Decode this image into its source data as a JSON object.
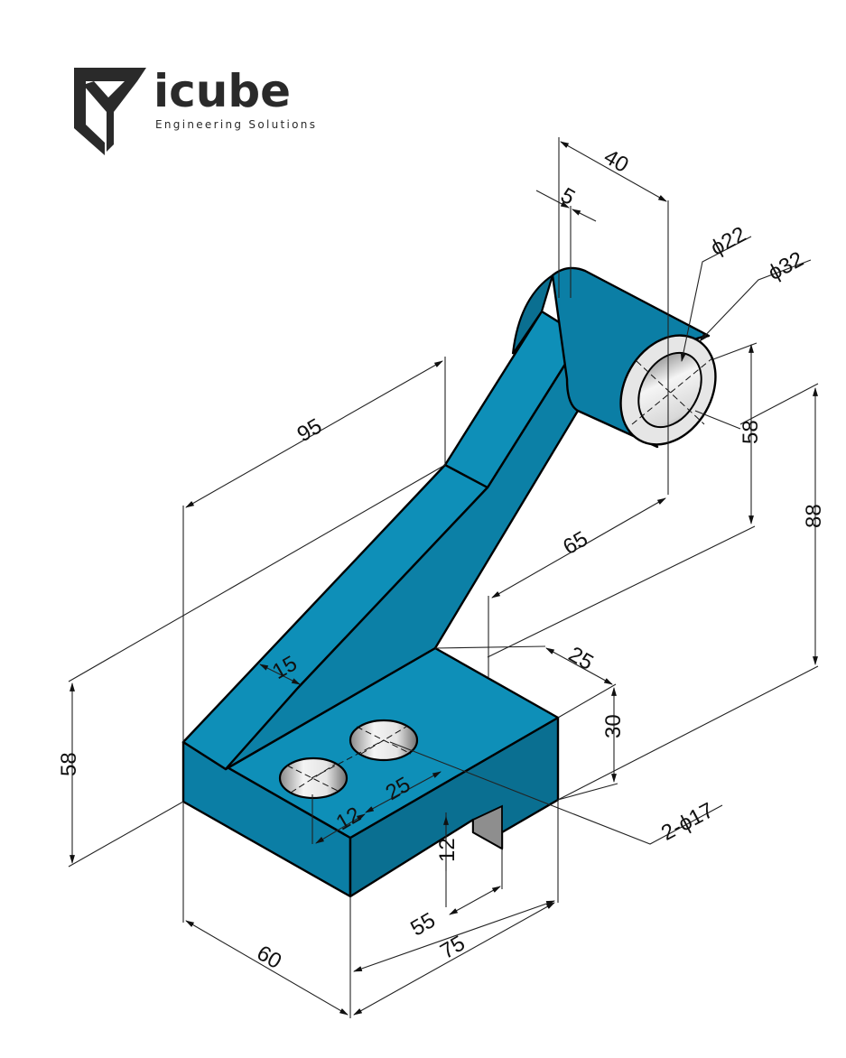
{
  "logo": {
    "word": "icube",
    "tagline": "Engineering Solutions"
  },
  "colors": {
    "body_top": "#0e8fb8",
    "body_side_dark": "#0a6f91",
    "body_front": "#0c80a6",
    "hole_light": "#f2f2f2",
    "hole_dark": "#7d7d7d"
  },
  "dimensions": {
    "d40": "40",
    "d5": "5",
    "phi22": "ϕ22",
    "phi32": "ϕ32",
    "d95": "95",
    "d58_right": "58",
    "d88": "88",
    "d65": "65",
    "d15": "15",
    "d25_side": "25",
    "d30": "30",
    "d58_left": "58",
    "d25_holes": "25",
    "d12_hole": "12",
    "hole_note": "2-ϕ17",
    "d12_slot": "12",
    "d55": "55",
    "d75": "75",
    "d60": "60"
  }
}
